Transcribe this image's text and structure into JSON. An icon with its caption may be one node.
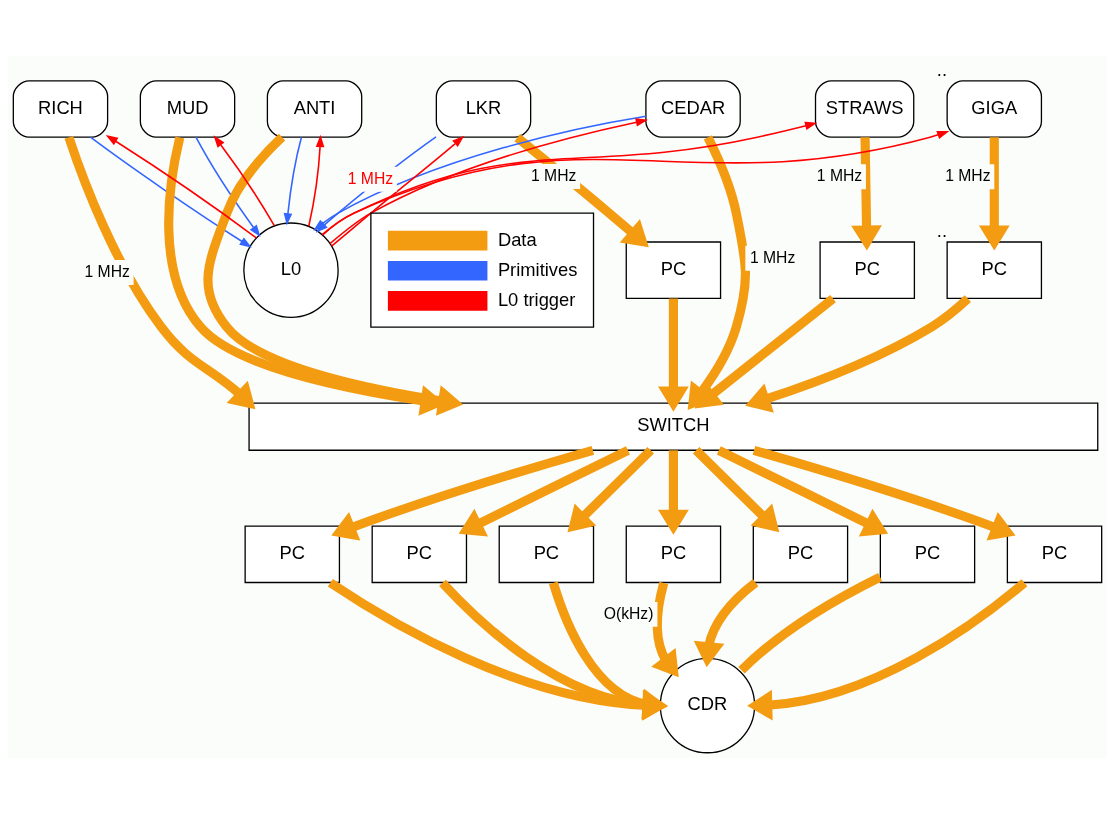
{
  "diagram": {
    "nodes": [
      {
        "text": [
          "RICH"
        ]
      },
      {
        "text": [
          "MUD"
        ]
      },
      {
        "text": [
          "ANTI"
        ]
      },
      {
        "text": [
          "LKR"
        ]
      },
      {
        "text": [
          "CEDAR"
        ]
      },
      {
        "text": [
          "STRAWS"
        ]
      },
      {
        "text": [
          "GIGA"
        ],
        "beside": [
          ".."
        ]
      },
      {
        "text": [
          "L0"
        ]
      },
      {
        "text": [
          "PC"
        ]
      },
      {
        "text": [
          "PC"
        ]
      },
      {
        "text": [
          "PC"
        ],
        "beside": [
          ".."
        ]
      },
      {
        "text": [
          "SWITCH"
        ]
      },
      {
        "text": [
          "PC"
        ]
      },
      {
        "text": [
          "PC"
        ]
      },
      {
        "text": [
          "PC"
        ]
      },
      {
        "text": [
          "PC"
        ]
      },
      {
        "text": [
          "PC"
        ]
      },
      {
        "text": [
          "PC"
        ]
      },
      {
        "text": [
          "PC"
        ]
      },
      {
        "text": [
          "CDR"
        ]
      }
    ],
    "edges": [
      {
        "from": 0,
        "to": 7,
        "arrow": "to",
        "color": "#3366ff"
      },
      {
        "from": 1,
        "to": 7,
        "arrow": "to",
        "color": "#3366ff"
      },
      {
        "from": 2,
        "to": 7,
        "arrow": "to",
        "color": "#3366ff"
      },
      {
        "from": 3,
        "to": 7,
        "arrow": "to",
        "color": "#3366ff"
      },
      {
        "from": 4,
        "to": 7,
        "arrow": "to",
        "color": "#3366ff"
      },
      {
        "from": 7,
        "to": 0,
        "arrow": "to",
        "color": "#ff0000"
      },
      {
        "from": 7,
        "to": 1,
        "arrow": "to",
        "color": "#ff0000"
      },
      {
        "from": 7,
        "to": 2,
        "arrow": "to",
        "color": "#ff0000"
      },
      {
        "from": 7,
        "to": 3,
        "arrow": "to",
        "color": "#ff0000",
        "label": "1 MHz"
      },
      {
        "from": 7,
        "to": 4,
        "arrow": "to",
        "color": "#ff0000"
      },
      {
        "from": 7,
        "to": 5,
        "arrow": "to",
        "color": "#ff0000"
      },
      {
        "from": 7,
        "to": 6,
        "arrow": "to",
        "color": "#ff0000"
      },
      {
        "from": 0,
        "to": 11,
        "arrow": "to",
        "label": "1 MHz"
      },
      {
        "from": 1,
        "to": 11,
        "arrow": "to"
      },
      {
        "from": 2,
        "to": 11,
        "arrow": "to"
      },
      {
        "from": 3,
        "to": 8,
        "arrow": "to",
        "label": "1 MHz"
      },
      {
        "from": 4,
        "to": 11,
        "arrow": "to",
        "label": "1 MHz"
      },
      {
        "from": 5,
        "to": 9,
        "arrow": "to",
        "label": "1 MHz"
      },
      {
        "from": 6,
        "to": 10,
        "arrow": "to",
        "label": "1 MHz"
      },
      {
        "from": 8,
        "to": 11,
        "arrow": "to"
      },
      {
        "from": 9,
        "to": 11,
        "arrow": "to"
      },
      {
        "from": 10,
        "to": 11,
        "arrow": "to"
      },
      {
        "from": 11,
        "to": 12,
        "arrow": "to"
      },
      {
        "from": 11,
        "to": 13,
        "arrow": "to"
      },
      {
        "from": 11,
        "to": 14,
        "arrow": "to"
      },
      {
        "from": 11,
        "to": 15,
        "arrow": "to"
      },
      {
        "from": 11,
        "to": 16,
        "arrow": "to"
      },
      {
        "from": 11,
        "to": 17,
        "arrow": "to"
      },
      {
        "from": 11,
        "to": 18,
        "arrow": "to"
      },
      {
        "from": 12,
        "to": 19,
        "arrow": "to"
      },
      {
        "from": 13,
        "to": 19,
        "arrow": "to"
      },
      {
        "from": 14,
        "to": 19,
        "arrow": "to"
      },
      {
        "from": 15,
        "to": 19,
        "arrow": "to",
        "label": "O(kHz)"
      },
      {
        "from": 16,
        "to": 19,
        "arrow": "to"
      },
      {
        "from": 17,
        "to": 19,
        "arrow": "none"
      },
      {
        "from": 18,
        "to": 19,
        "arrow": "to"
      }
    ],
    "legend": [
      {
        "text": "Data"
      },
      {
        "text": "Primitives"
      },
      {
        "text": "L0 trigger"
      }
    ]
  }
}
